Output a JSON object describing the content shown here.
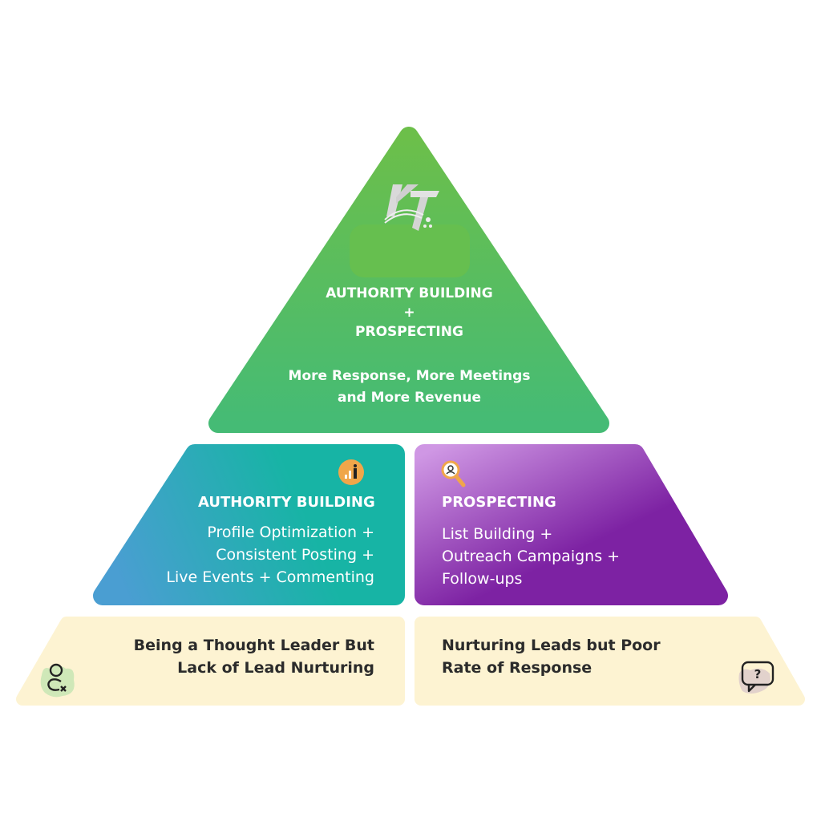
{
  "top": {
    "logo": "KT",
    "title_line1": "AUTHORITY BUILDING",
    "plus": "+",
    "title_line2": "PROSPECTING",
    "subtitle_line1": "More Response, More Meetings",
    "subtitle_line2": "and More Revenue",
    "colors": [
      "#6cbf4a",
      "#45bb75"
    ]
  },
  "authority": {
    "title": "AUTHORITY BUILDING",
    "lines": [
      "Profile Optimization +",
      "Consistent Posting  +",
      "Live Events + Commenting"
    ],
    "icon": "chart-person-icon",
    "colors": [
      "#4a9ed2",
      "#17b4a5"
    ]
  },
  "prospecting": {
    "title": "PROSPECTING",
    "lines": [
      "List Building +",
      "Outreach Campaigns +",
      "Follow-ups"
    ],
    "icon": "search-person-icon",
    "colors": [
      "#cf97e4",
      "#7d22a3"
    ]
  },
  "bottom_left": {
    "lines": [
      "Being a Thought Leader But",
      "Lack of Lead Nurturing"
    ],
    "icon": "user-remove-icon"
  },
  "bottom_right": {
    "lines": [
      "Nurturing Leads but Poor",
      "Rate of Response"
    ],
    "icon": "question-bubble-icon"
  }
}
